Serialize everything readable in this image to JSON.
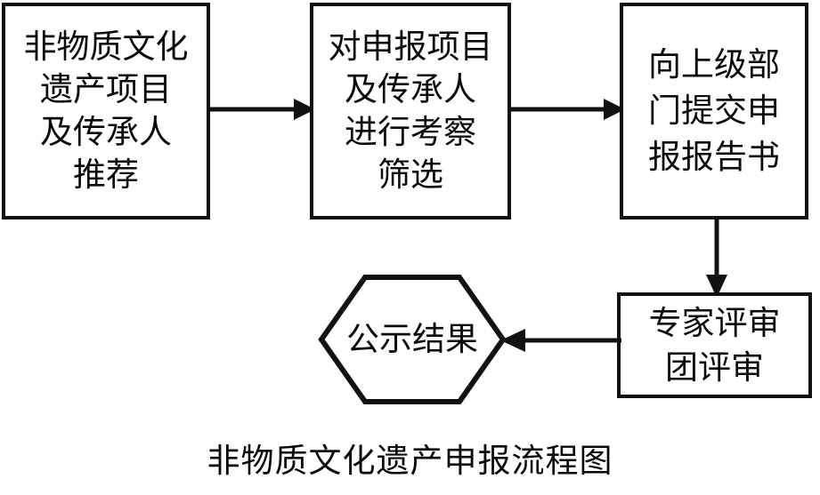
{
  "diagram": {
    "title": "非物质文化遗产申报流程图",
    "line_color": "#111111",
    "background": "#ffffff",
    "text_color": "#0a0a0a",
    "nodes": [
      {
        "id": "recommend",
        "shape": "rectangle",
        "label": "非物质文化\n遗产项目\n及传承人\n推荐"
      },
      {
        "id": "inspect",
        "shape": "rectangle",
        "label": "对申报项目\n及传承人\n进行考察\n筛选"
      },
      {
        "id": "submit",
        "shape": "rectangle",
        "label": "向上级部\n门提交申\n报报告书"
      },
      {
        "id": "review",
        "shape": "rectangle",
        "label": "专家评审\n团评审"
      },
      {
        "id": "publish",
        "shape": "hexagon",
        "label": "公示结果"
      }
    ],
    "edges": [
      {
        "id": "edge-recommend-inspect",
        "from": "recommend",
        "to": "inspect",
        "direction": "right",
        "label": ""
      },
      {
        "id": "edge-inspect-submit",
        "from": "inspect",
        "to": "submit",
        "direction": "right",
        "label": ""
      },
      {
        "id": "edge-submit-review",
        "from": "submit",
        "to": "review",
        "direction": "down",
        "label": ""
      },
      {
        "id": "edge-review-publish",
        "from": "review",
        "to": "publish",
        "direction": "left",
        "label": ""
      }
    ]
  }
}
